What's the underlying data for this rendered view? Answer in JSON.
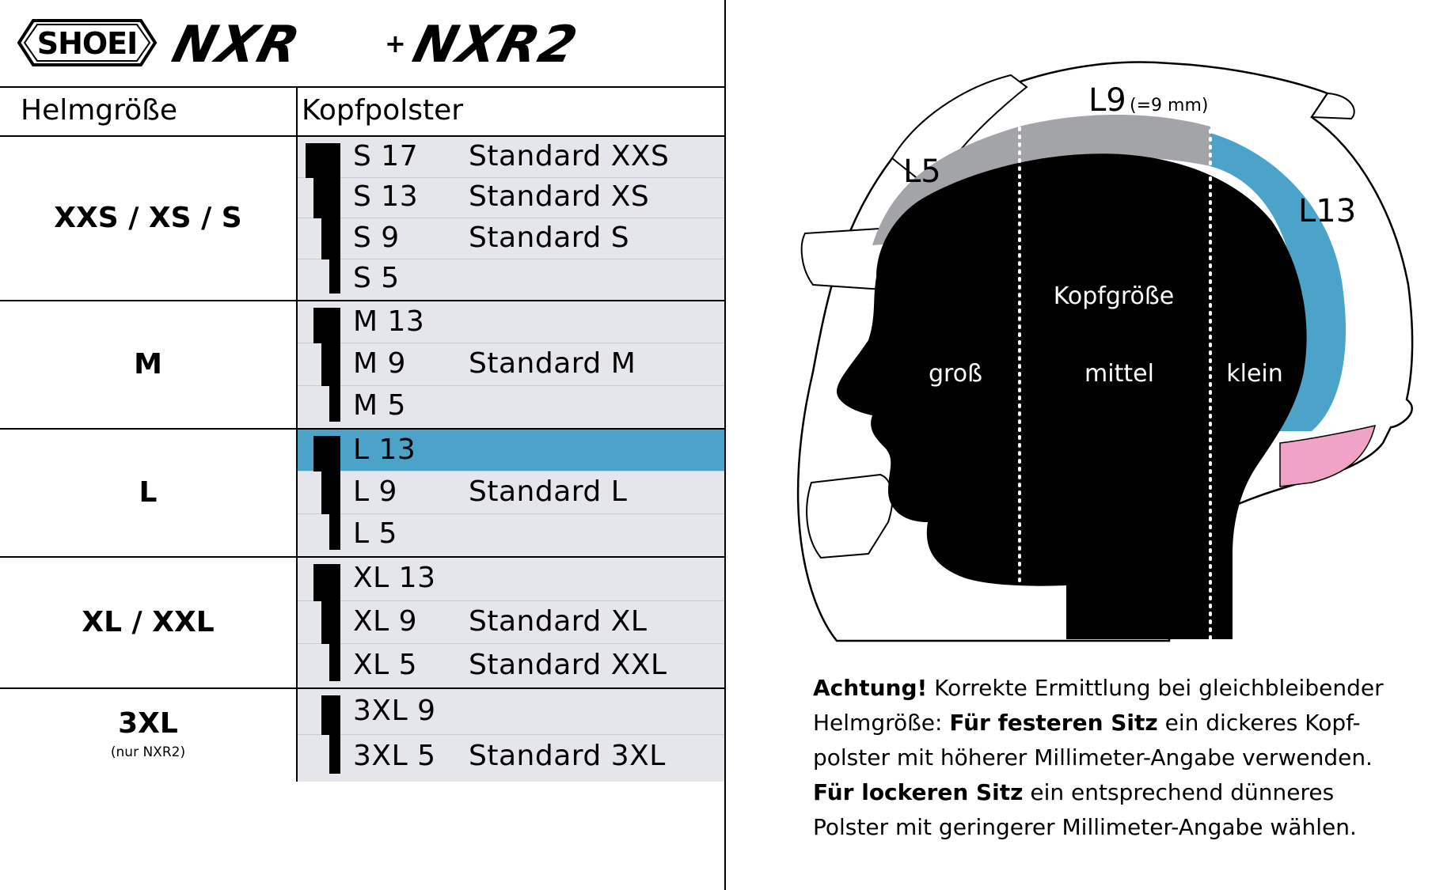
{
  "logo": {
    "brand": "SHOEI",
    "model_a": "NXR",
    "plus": "+",
    "model_b": "NXR2"
  },
  "columns": {
    "size": "Helmgröße",
    "pad": "Kopfpolster"
  },
  "groups": [
    {
      "label": "XXS / XS / S",
      "note": "",
      "rows": [
        {
          "code": "S 17",
          "standard": "Standard XXS",
          "mm": 17
        },
        {
          "code": "S 13",
          "standard": "Standard XS",
          "mm": 13
        },
        {
          "code": "S 9",
          "standard": "Standard S",
          "mm": 9
        },
        {
          "code": "S 5",
          "standard": "",
          "mm": 5
        }
      ]
    },
    {
      "label": "M",
      "note": "",
      "rows": [
        {
          "code": "M 13",
          "standard": "",
          "mm": 13
        },
        {
          "code": "M 9",
          "standard": "Standard M",
          "mm": 9
        },
        {
          "code": "M 5",
          "standard": "",
          "mm": 5
        }
      ]
    },
    {
      "label": "L",
      "note": "",
      "rows": [
        {
          "code": "L 13",
          "standard": "",
          "mm": 13,
          "highlight": true
        },
        {
          "code": "L 9",
          "standard": "Standard L",
          "mm": 9
        },
        {
          "code": "L 5",
          "standard": "",
          "mm": 5
        }
      ]
    },
    {
      "label": "XL / XXL",
      "note": "",
      "rows": [
        {
          "code": "XL 13",
          "standard": "",
          "mm": 13
        },
        {
          "code": "XL 9",
          "standard": "Standard XL",
          "mm": 9
        },
        {
          "code": "XL 5",
          "standard": "Standard XXL",
          "mm": 5
        }
      ]
    },
    {
      "label": "3XL",
      "note": "(nur NXR2)",
      "rows": [
        {
          "code": "3XL 9",
          "standard": "",
          "mm": 9
        },
        {
          "code": "3XL 5",
          "standard": "Standard 3XL",
          "mm": 5
        }
      ]
    }
  ],
  "diagram": {
    "label_l5": "L5",
    "label_l9": "L9",
    "label_l9_note": "(=9 mm)",
    "label_l13": "L13",
    "head_size": "Kopfgröße",
    "zone_large": "groß",
    "zone_medium": "mittel",
    "zone_small": "klein"
  },
  "notice": {
    "b1": "Achtung!",
    "t1": " Korrekte Ermittlung bei gleichbleibender Helmgröße: ",
    "b2": "Für festeren Sitz",
    "t2": " ein dickeres Kopf-polster mit höherer Millimeter-Angabe verwenden. ",
    "b3": "Für lockeren Sitz",
    "t3": " ein entsprechend dünneres Polster mit geringerer Millimeter-Angabe wählen."
  },
  "colors": {
    "highlight": "#4ba3c9",
    "pad_bg": "#e5e6ec",
    "grey_pad": "#a3a4a8",
    "pink": "#f0a3c6"
  }
}
